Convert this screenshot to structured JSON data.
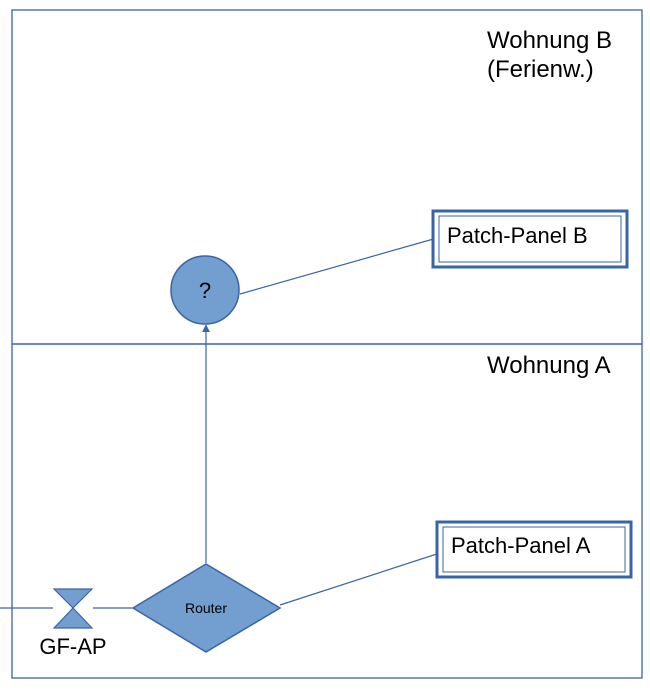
{
  "zones": {
    "b": {
      "title_line1": "Wohnung B",
      "title_line2": "(Ferienw.)"
    },
    "a": {
      "title": "Wohnung A"
    }
  },
  "nodes": {
    "unknown": {
      "label": "?"
    },
    "router": {
      "label": "Router"
    },
    "patch_b": {
      "label": "Patch-Panel B"
    },
    "patch_a": {
      "label": "Patch-Panel A"
    },
    "gf_ap": {
      "label": "GF-AP"
    }
  },
  "colors": {
    "stroke": "#3a64a8",
    "fill": "#729fcf",
    "box_border": "#3a64a8",
    "line": "#3a64a8"
  }
}
